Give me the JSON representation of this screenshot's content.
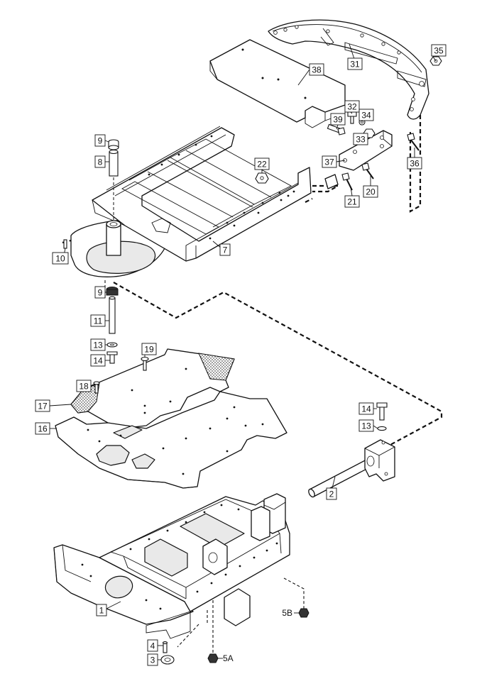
{
  "callouts": [
    {
      "label": "35"
    },
    {
      "label": "31"
    },
    {
      "label": "38"
    },
    {
      "label": "32"
    },
    {
      "label": "39"
    },
    {
      "label": "34"
    },
    {
      "label": "33"
    },
    {
      "label": "36"
    },
    {
      "label": "37"
    },
    {
      "label": "20"
    },
    {
      "label": "21"
    },
    {
      "label": "22"
    },
    {
      "label": "9"
    },
    {
      "label": "8"
    },
    {
      "label": "7"
    },
    {
      "label": "10"
    },
    {
      "label": "9"
    },
    {
      "label": "11"
    },
    {
      "label": "13"
    },
    {
      "label": "14"
    },
    {
      "label": "19"
    },
    {
      "label": "18"
    },
    {
      "label": "17"
    },
    {
      "label": "16"
    },
    {
      "label": "14"
    },
    {
      "label": "13"
    },
    {
      "label": "2"
    },
    {
      "label": "1"
    },
    {
      "label": "5B"
    },
    {
      "label": "4"
    },
    {
      "label": "3"
    },
    {
      "label": "5A"
    }
  ]
}
